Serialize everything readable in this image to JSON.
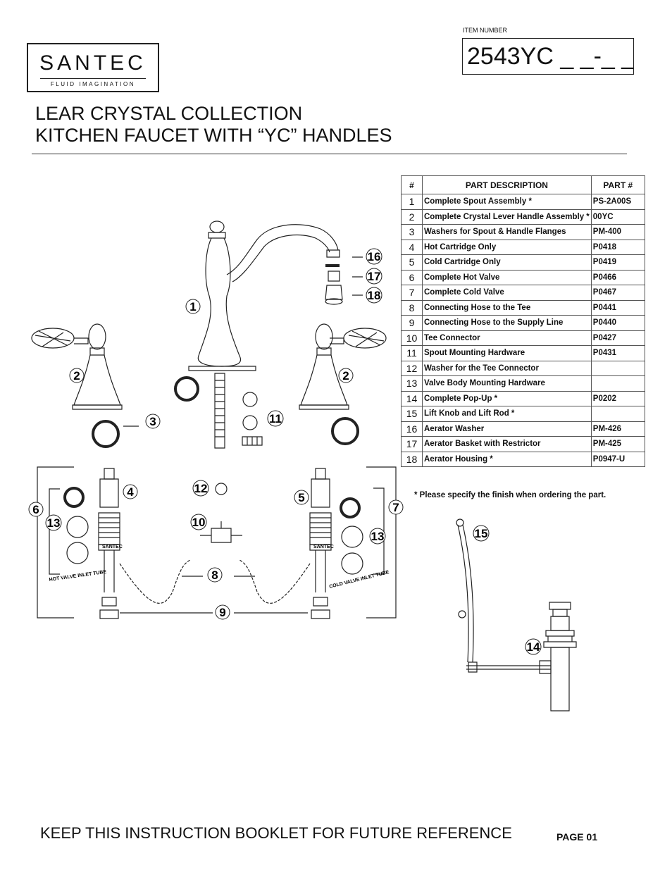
{
  "brand": {
    "name": "SANTEC",
    "tagline": "FLUID IMAGINATION"
  },
  "item": {
    "label": "ITEM NUMBER",
    "value": "2543YC _ _-_ _"
  },
  "title": {
    "line1": "LEAR CRYSTAL COLLECTION",
    "line2": "KITCHEN FAUCET WITH “YC” HANDLES"
  },
  "table": {
    "headers": [
      "#",
      "PART  DESCRIPTION",
      "PART #"
    ],
    "rows": [
      {
        "num": "1",
        "desc": "Complete Spout Assembly  *",
        "part": "PS-2A00S"
      },
      {
        "num": "2",
        "desc": "Complete Crystal Lever Handle Assembly *",
        "part": "00YC"
      },
      {
        "num": "3",
        "desc": "Washers for Spout & Handle Flanges",
        "part": "PM-400"
      },
      {
        "num": "4",
        "desc": "Hot Cartridge Only",
        "part": "P0418"
      },
      {
        "num": "5",
        "desc": "Cold Cartridge Only",
        "part": "P0419"
      },
      {
        "num": "6",
        "desc": "Complete Hot Valve",
        "part": "P0466"
      },
      {
        "num": "7",
        "desc": "Complete Cold Valve",
        "part": "P0467"
      },
      {
        "num": "8",
        "desc": "Connecting Hose to the Tee",
        "part": "P0441"
      },
      {
        "num": "9",
        "desc": "Connecting Hose to the Supply Line",
        "part": "P0440"
      },
      {
        "num": "10",
        "desc": "Tee Connector",
        "part": "P0427"
      },
      {
        "num": "11",
        "desc": "Spout Mounting Hardware",
        "part": "P0431"
      },
      {
        "num": "12",
        "desc": "Washer for the Tee Connector",
        "part": ""
      },
      {
        "num": "13",
        "desc": "Valve Body Mounting Hardware",
        "part": ""
      },
      {
        "num": "14",
        "desc": "Complete Pop-Up *",
        "part": "P0202"
      },
      {
        "num": "15",
        "desc": "Lift Knob and Lift Rod *",
        "part": ""
      },
      {
        "num": "16",
        "desc": "Aerator Washer",
        "part": "PM-426"
      },
      {
        "num": "17",
        "desc": "Aerator Basket with Restrictor",
        "part": "PM-425"
      },
      {
        "num": "18",
        "desc": "Aerator Housing *",
        "part": "P0947-U"
      }
    ]
  },
  "note": "* Please specify the finish when ordering the part.",
  "diagram": {
    "callouts": [
      "1",
      "2",
      "2",
      "3",
      "4",
      "5",
      "6",
      "7",
      "8",
      "9",
      "10",
      "11",
      "12",
      "13",
      "13",
      "14",
      "15",
      "16",
      "17",
      "18"
    ],
    "labels": {
      "hot_tube": "HOT VALVE INLET TUBE",
      "cold_tube": "COLD VALVE INLET TUBE",
      "valve_brand": "SANTEC"
    }
  },
  "footer": {
    "text": "KEEP THIS INSTRUCTION BOOKLET FOR FUTURE REFERENCE",
    "page": "PAGE  01"
  }
}
